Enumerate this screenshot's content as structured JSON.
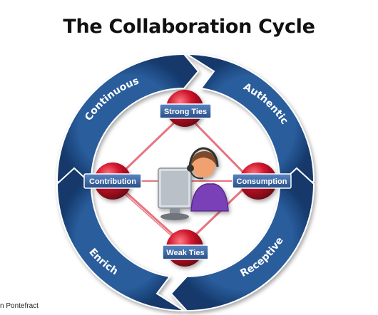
{
  "title": "The Collaboration Cycle",
  "credit": "n Pontefract",
  "cycle_segments": [
    {
      "id": "continuous",
      "label": "Continuous"
    },
    {
      "id": "authentic",
      "label": "Authentic"
    },
    {
      "id": "receptive",
      "label": "Receptive"
    },
    {
      "id": "enrich",
      "label": "Enrich"
    }
  ],
  "nodes": [
    {
      "id": "strong-ties",
      "label": "Strong Ties"
    },
    {
      "id": "consumption",
      "label": "Consumption"
    },
    {
      "id": "weak-ties",
      "label": "Weak Ties"
    },
    {
      "id": "contribution",
      "label": "Contribution"
    }
  ],
  "center_icon": "person-at-computer-icon",
  "colors": {
    "ring": "#1f4f8a",
    "ring_dark": "#163c6b",
    "node": "#c8102e",
    "link": "#e8737e",
    "label_bg": "#3b6aa8"
  }
}
